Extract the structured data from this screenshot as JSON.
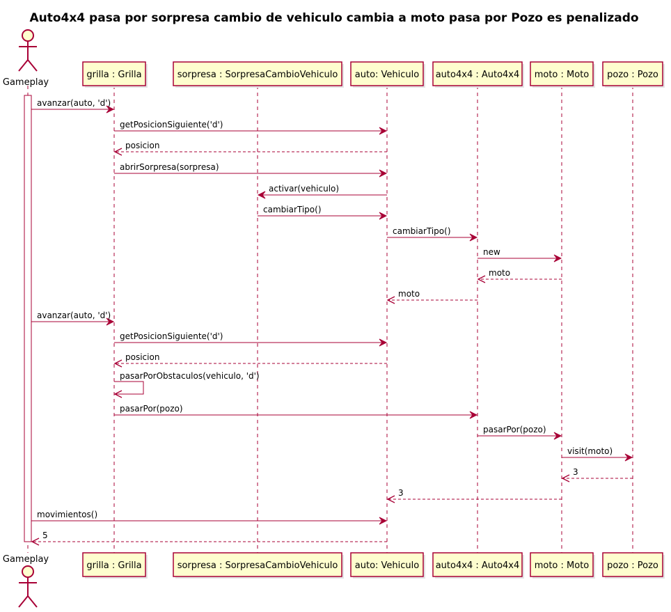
{
  "title": "Auto4x4 pasa por sorpresa cambio de vehiculo cambia a moto pasa por Pozo es penalizado",
  "colors": {
    "box_fill": "#FEFECE",
    "box_stroke": "#A80036",
    "arrow": "#A80036",
    "lifeline": "#A80036",
    "activation_fill": "#FFFFFF"
  },
  "participants": [
    {
      "id": "gameplay",
      "label": "Gameplay",
      "kind": "actor"
    },
    {
      "id": "grilla",
      "label": "grilla : Grilla",
      "kind": "box"
    },
    {
      "id": "sorpresa",
      "label": "sorpresa : SorpresaCambioVehiculo",
      "kind": "box"
    },
    {
      "id": "auto",
      "label": "auto: Vehiculo",
      "kind": "box"
    },
    {
      "id": "auto4x4",
      "label": "auto4x4 : Auto4x4",
      "kind": "box"
    },
    {
      "id": "moto",
      "label": "moto : Moto",
      "kind": "box"
    },
    {
      "id": "pozo",
      "label": "pozo : Pozo",
      "kind": "box"
    }
  ],
  "messages": [
    {
      "from": "gameplay",
      "to": "grilla",
      "label": "avanzar(auto, 'd')",
      "type": "sync"
    },
    {
      "from": "grilla",
      "to": "auto",
      "label": "getPosicionSiguiente('d')",
      "type": "sync"
    },
    {
      "from": "auto",
      "to": "grilla",
      "label": "posicion",
      "type": "return"
    },
    {
      "from": "grilla",
      "to": "auto",
      "label": "abrirSorpresa(sorpresa)",
      "type": "sync"
    },
    {
      "from": "auto",
      "to": "sorpresa",
      "label": "activar(vehiculo)",
      "type": "sync"
    },
    {
      "from": "sorpresa",
      "to": "auto",
      "label": "cambiarTipo()",
      "type": "sync"
    },
    {
      "from": "auto",
      "to": "auto4x4",
      "label": "cambiarTipo()",
      "type": "sync"
    },
    {
      "from": "auto4x4",
      "to": "moto",
      "label": "new",
      "type": "sync"
    },
    {
      "from": "moto",
      "to": "auto4x4",
      "label": "moto",
      "type": "return"
    },
    {
      "from": "auto4x4",
      "to": "auto",
      "label": "moto",
      "type": "return"
    },
    {
      "from": "gameplay",
      "to": "grilla",
      "label": "avanzar(auto, 'd')",
      "type": "sync"
    },
    {
      "from": "grilla",
      "to": "auto",
      "label": "getPosicionSiguiente('d')",
      "type": "sync"
    },
    {
      "from": "auto",
      "to": "grilla",
      "label": "posicion",
      "type": "return"
    },
    {
      "from": "grilla",
      "to": "grilla",
      "label": "pasarPorObstaculos(vehiculo, 'd')",
      "type": "self"
    },
    {
      "from": "grilla",
      "to": "auto4x4",
      "label": "pasarPor(pozo)",
      "type": "sync"
    },
    {
      "from": "auto4x4",
      "to": "moto",
      "label": "pasarPor(pozo)",
      "type": "sync"
    },
    {
      "from": "moto",
      "to": "pozo",
      "label": "visit(moto)",
      "type": "sync"
    },
    {
      "from": "pozo",
      "to": "moto",
      "label": "3",
      "type": "return"
    },
    {
      "from": "moto",
      "to": "auto",
      "label": "3",
      "type": "return"
    },
    {
      "from": "gameplay",
      "to": "auto",
      "label": "movimientos()",
      "type": "sync"
    },
    {
      "from": "auto",
      "to": "gameplay",
      "label": "5",
      "type": "return"
    }
  ]
}
